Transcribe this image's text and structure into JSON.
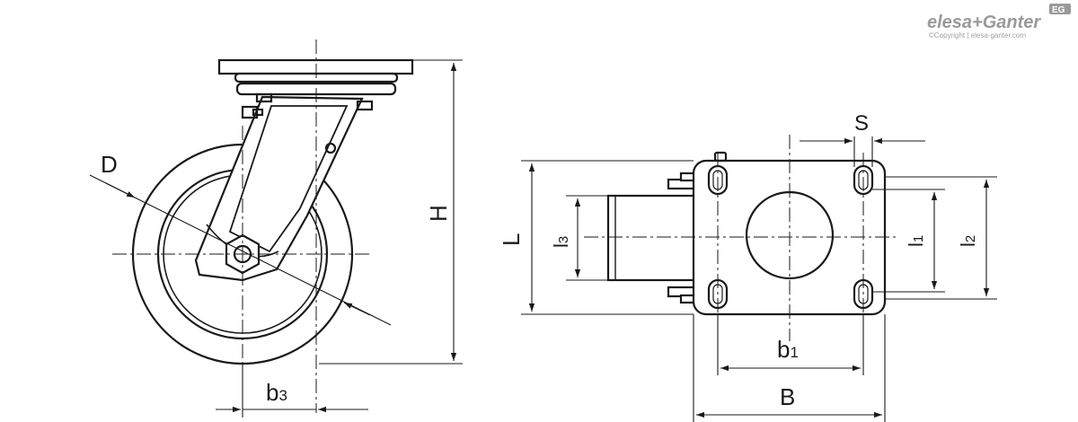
{
  "brand": {
    "name": "elesa+Ganter",
    "badge": "EG",
    "copyright": "©Copyright | elesa-ganter.com"
  },
  "dimensions": {
    "D": "D",
    "H": "H",
    "b3_main": "b",
    "b3_sub": "3",
    "L": "L",
    "l3_main": "l",
    "l3_sub": "3",
    "S": "S",
    "l1_main": "l",
    "l1_sub": "1",
    "l2_main": "l",
    "l2_sub": "2",
    "b1_main": "b",
    "b1_sub": "1",
    "B": "B"
  }
}
